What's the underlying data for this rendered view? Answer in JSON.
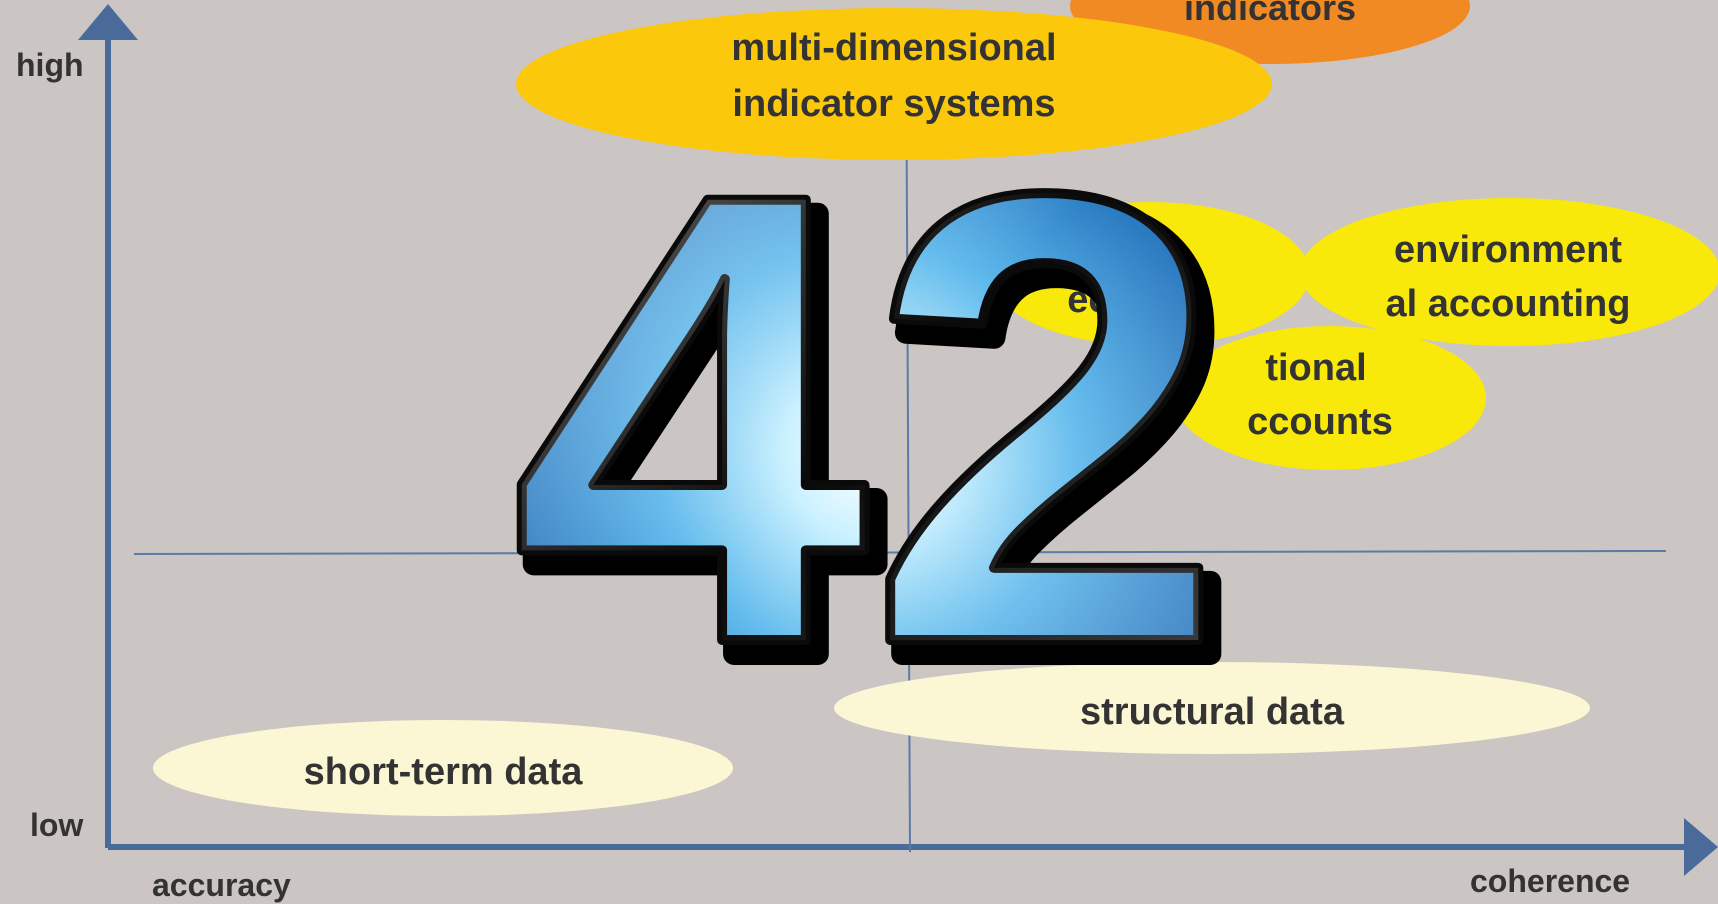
{
  "axes": {
    "y_high": "high",
    "y_low": "low",
    "x_left": "accuracy",
    "x_right": "coherence"
  },
  "bubbles": {
    "indicators": [
      "indicators"
    ],
    "multi_dimensional": [
      "multi-dimensional",
      "indicator systems"
    ],
    "environmental": [
      "environment",
      "al accounting"
    ],
    "partial_hidden": [
      "eco"
    ],
    "national_accounts": [
      "tional",
      "ccounts"
    ],
    "structural": [
      "structural data"
    ],
    "short_term": [
      "short-term data"
    ]
  },
  "overlay": {
    "text": "42"
  },
  "colors": {
    "background": "#cbc5c3",
    "axis": "#4a6b9a",
    "grid": "#5c7aa6",
    "orange": "#f28a24",
    "gold": "#fbc80b",
    "yellow": "#f9e90a",
    "cream": "#fbf7d4",
    "text": "#333333"
  }
}
